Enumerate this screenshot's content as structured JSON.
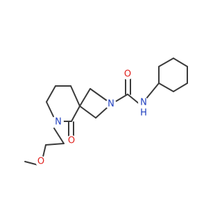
{
  "molecule": {
    "atoms": {
      "n_amide": "N",
      "h_amide": "H",
      "o_carbonyl_amide": "O",
      "n_pyrrolidine": "N",
      "n_piperidine": "N",
      "o_lactam": "O",
      "o_ether": "O"
    },
    "colors": {
      "bond": "#3a3a3a",
      "nitrogen": "#1f3fbf",
      "oxygen": "#e0211d"
    }
  }
}
